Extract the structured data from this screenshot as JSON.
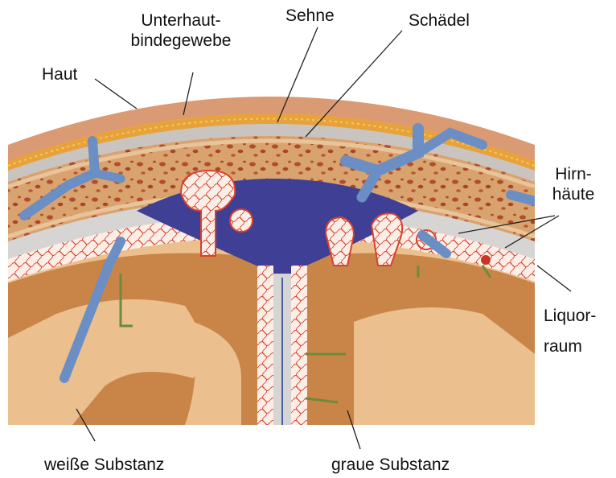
{
  "labels": {
    "haut": "Haut",
    "unterhaut_line1": "Unterhaut-",
    "unterhaut_line2": "bindegewebe",
    "sehne": "Sehne",
    "schaedel": "Schädel",
    "hirnhaeute_line1": "Hirn-",
    "hirnhaeute_line2": "häute",
    "liquorraum_line1": "Liquor-",
    "liquorraum_line2": "raum",
    "weisse_substanz": "weiße Substanz",
    "graue_substanz": "graue Substanz"
  },
  "colors": {
    "skin": "#d99a74",
    "subcutis": "#e7a23c",
    "tendon": "#c9c4bf",
    "skull": "#d8a36f",
    "skull_pores": "#b34c2a",
    "vein": "#6b8ec4",
    "sinus": "#3e3f95",
    "pia_mesh": "#d8412d",
    "grey_matter": "#c98547",
    "white_matter": "#ecc08e",
    "vessel_green": "#6d8b3c"
  }
}
